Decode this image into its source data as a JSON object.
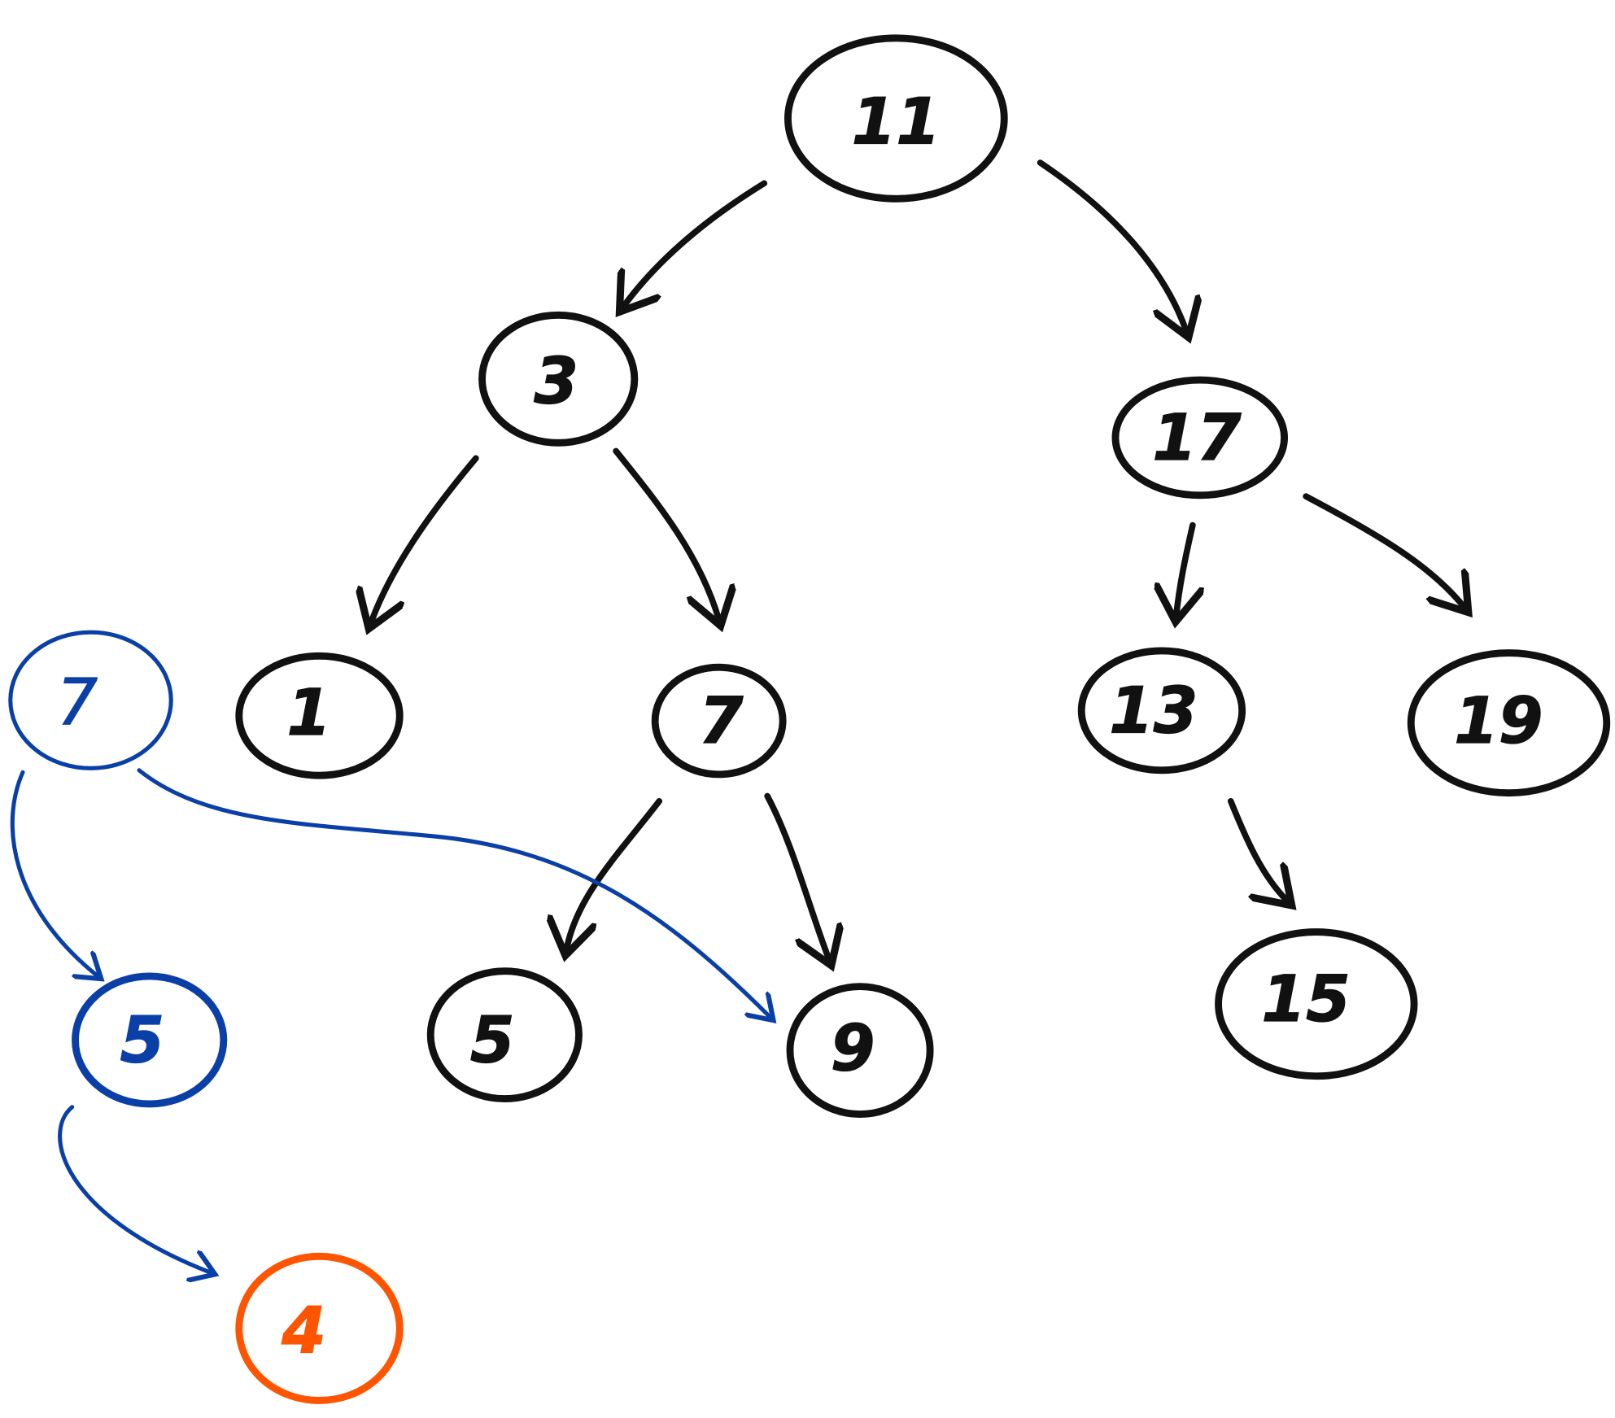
{
  "colors": {
    "tree": "#111111",
    "path": "#0a3fa8",
    "new": "#ff5500"
  },
  "nodes": {
    "n11": "11",
    "n3": "3",
    "n17": "17",
    "n1": "1",
    "n7": "7",
    "n13": "13",
    "n19": "19",
    "n5": "5",
    "n9": "9",
    "n15": "15",
    "b7": "7",
    "b5": "5",
    "o4": "4"
  }
}
